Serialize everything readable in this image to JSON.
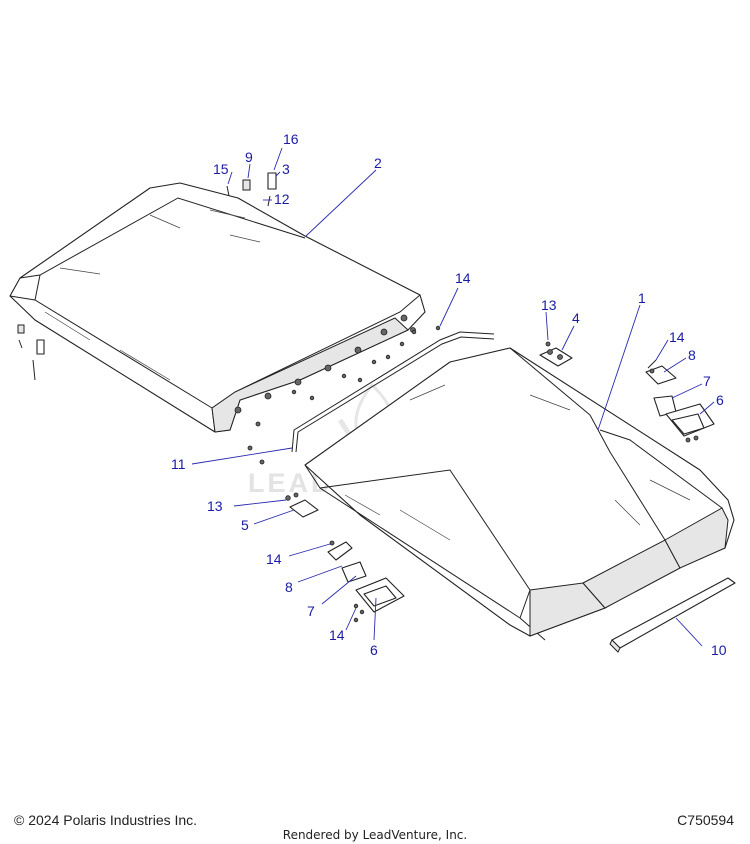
{
  "callouts": [
    {
      "label": "16"
    },
    {
      "label": "15"
    },
    {
      "label": "9"
    },
    {
      "label": "3"
    },
    {
      "label": "12"
    },
    {
      "label": "2"
    },
    {
      "label": "14"
    },
    {
      "label": "13"
    },
    {
      "label": "4"
    },
    {
      "label": "1"
    },
    {
      "label": "14"
    },
    {
      "label": "8"
    },
    {
      "label": "7"
    },
    {
      "label": "6"
    },
    {
      "label": "11"
    },
    {
      "label": "13"
    },
    {
      "label": "5"
    },
    {
      "label": "14"
    },
    {
      "label": "8"
    },
    {
      "label": "7"
    },
    {
      "label": "14"
    },
    {
      "label": "6"
    },
    {
      "label": "10"
    }
  ],
  "watermark": "LEADVENTURE",
  "footer": {
    "copyright": "© 2024 Polaris Industries Inc.",
    "code": "C750594",
    "rendered": "Rendered by LeadVenture, Inc."
  }
}
